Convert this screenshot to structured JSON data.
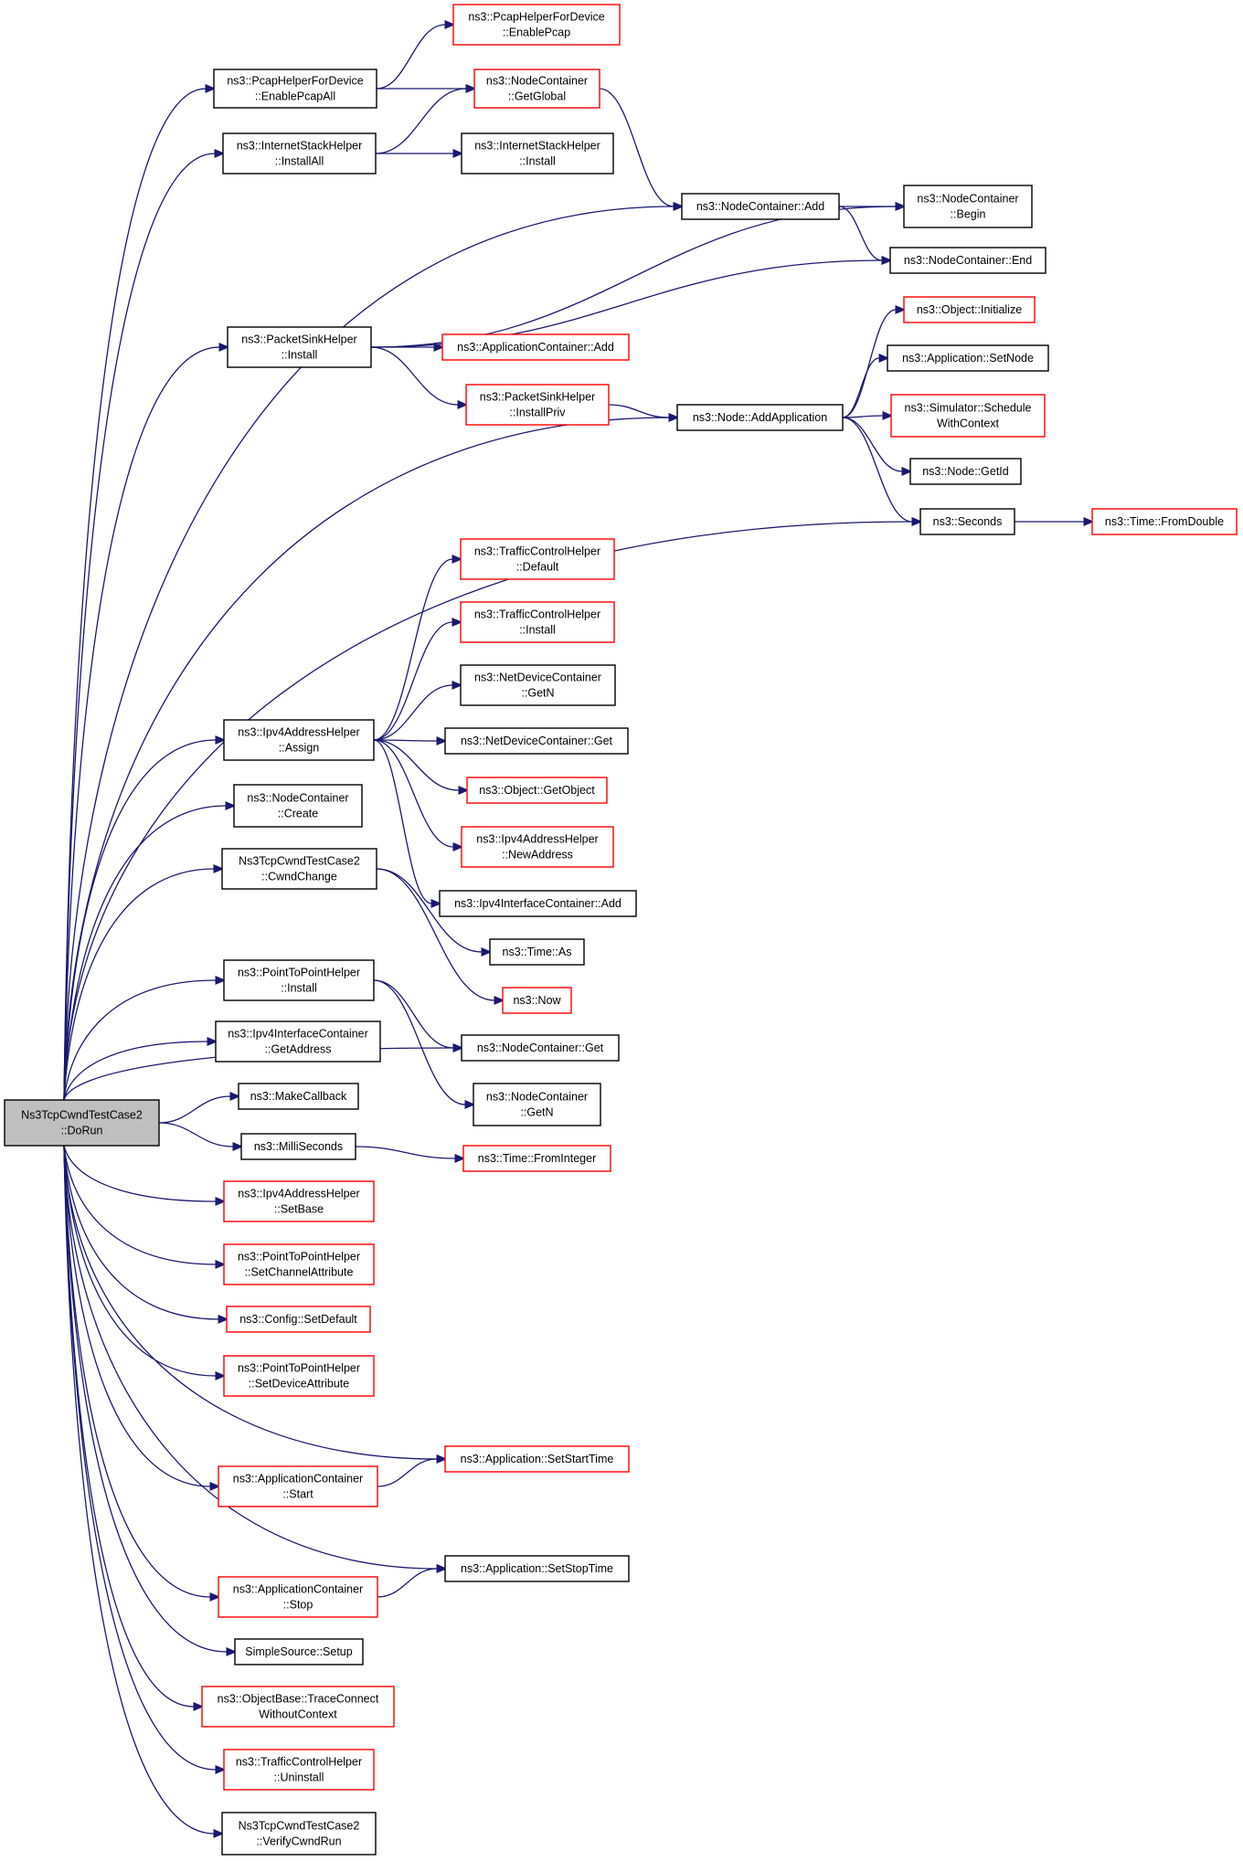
{
  "colors": {
    "edge": "#191970",
    "root_fill": "#bfbfbf",
    "documented": "#000000",
    "undocumented": "#ff0000"
  },
  "nodes": [
    {
      "id": "root",
      "lines": [
        "Ns3TcpCwndTestCase2",
        "::DoRun"
      ],
      "style": "root"
    },
    {
      "id": "enablePcapAll",
      "lines": [
        "ns3::PcapHelperForDevice",
        "::EnablePcapAll"
      ],
      "style": "black"
    },
    {
      "id": "enablePcap",
      "lines": [
        "ns3::PcapHelperForDevice",
        "::EnablePcap"
      ],
      "style": "red"
    },
    {
      "id": "getGlobal",
      "lines": [
        "ns3::NodeContainer",
        "::GetGlobal"
      ],
      "style": "red"
    },
    {
      "id": "installAll",
      "lines": [
        "ns3::InternetStackHelper",
        "::InstallAll"
      ],
      "style": "black"
    },
    {
      "id": "ishInstall",
      "lines": [
        "ns3::InternetStackHelper",
        "::Install"
      ],
      "style": "black"
    },
    {
      "id": "ncAdd",
      "lines": [
        "ns3::NodeContainer::Add"
      ],
      "style": "black"
    },
    {
      "id": "ncBegin",
      "lines": [
        "ns3::NodeContainer",
        "::Begin"
      ],
      "style": "black"
    },
    {
      "id": "ncEnd",
      "lines": [
        "ns3::NodeContainer::End"
      ],
      "style": "black"
    },
    {
      "id": "objInit",
      "lines": [
        "ns3::Object::Initialize"
      ],
      "style": "red"
    },
    {
      "id": "psInstall",
      "lines": [
        "ns3::PacketSinkHelper",
        "::Install"
      ],
      "style": "black"
    },
    {
      "id": "acAdd",
      "lines": [
        "ns3::ApplicationContainer::Add"
      ],
      "style": "red"
    },
    {
      "id": "appSetNode",
      "lines": [
        "ns3::Application::SetNode"
      ],
      "style": "black"
    },
    {
      "id": "psInstallPriv",
      "lines": [
        "ns3::PacketSinkHelper",
        "::InstallPriv"
      ],
      "style": "red"
    },
    {
      "id": "nodeAddApp",
      "lines": [
        "ns3::Node::AddApplication"
      ],
      "style": "black"
    },
    {
      "id": "simSched",
      "lines": [
        "ns3::Simulator::Schedule",
        "WithContext"
      ],
      "style": "red"
    },
    {
      "id": "nodeGetId",
      "lines": [
        "ns3::Node::GetId"
      ],
      "style": "black"
    },
    {
      "id": "seconds",
      "lines": [
        "ns3::Seconds"
      ],
      "style": "black"
    },
    {
      "id": "fromDouble",
      "lines": [
        "ns3::Time::FromDouble"
      ],
      "style": "red"
    },
    {
      "id": "tchDefault",
      "lines": [
        "ns3::TrafficControlHelper",
        "::Default"
      ],
      "style": "red"
    },
    {
      "id": "tchInstall",
      "lines": [
        "ns3::TrafficControlHelper",
        "::Install"
      ],
      "style": "red"
    },
    {
      "id": "ndcGetN",
      "lines": [
        "ns3::NetDeviceContainer",
        "::GetN"
      ],
      "style": "black"
    },
    {
      "id": "ipv4Assign",
      "lines": [
        "ns3::Ipv4AddressHelper",
        "::Assign"
      ],
      "style": "black"
    },
    {
      "id": "ndcGet",
      "lines": [
        "ns3::NetDeviceContainer::Get"
      ],
      "style": "black"
    },
    {
      "id": "getObject",
      "lines": [
        "ns3::Object::GetObject"
      ],
      "style": "red"
    },
    {
      "id": "ncCreate",
      "lines": [
        "ns3::NodeContainer",
        "::Create"
      ],
      "style": "black"
    },
    {
      "id": "newAddress",
      "lines": [
        "ns3::Ipv4AddressHelper",
        "::NewAddress"
      ],
      "style": "red"
    },
    {
      "id": "cwndChange",
      "lines": [
        "Ns3TcpCwndTestCase2",
        "::CwndChange"
      ],
      "style": "black"
    },
    {
      "id": "iicAdd",
      "lines": [
        "ns3::Ipv4InterfaceContainer::Add"
      ],
      "style": "black"
    },
    {
      "id": "timeAs",
      "lines": [
        "ns3::Time::As"
      ],
      "style": "black"
    },
    {
      "id": "p2pInstall",
      "lines": [
        "ns3::PointToPointHelper",
        "::Install"
      ],
      "style": "black"
    },
    {
      "id": "now",
      "lines": [
        "ns3::Now"
      ],
      "style": "red"
    },
    {
      "id": "iicGetAddress",
      "lines": [
        "ns3::Ipv4InterfaceContainer",
        "::GetAddress"
      ],
      "style": "black"
    },
    {
      "id": "ncGet",
      "lines": [
        "ns3::NodeContainer::Get"
      ],
      "style": "black"
    },
    {
      "id": "makeCallback",
      "lines": [
        "ns3::MakeCallback"
      ],
      "style": "black"
    },
    {
      "id": "ncGetN",
      "lines": [
        "ns3::NodeContainer",
        "::GetN"
      ],
      "style": "black"
    },
    {
      "id": "milliSeconds",
      "lines": [
        "ns3::MilliSeconds"
      ],
      "style": "black"
    },
    {
      "id": "fromInteger",
      "lines": [
        "ns3::Time::FromInteger"
      ],
      "style": "red"
    },
    {
      "id": "setBase",
      "lines": [
        "ns3::Ipv4AddressHelper",
        "::SetBase"
      ],
      "style": "red"
    },
    {
      "id": "setChanAttr",
      "lines": [
        "ns3::PointToPointHelper",
        "::SetChannelAttribute"
      ],
      "style": "red"
    },
    {
      "id": "setDefault",
      "lines": [
        "ns3::Config::SetDefault"
      ],
      "style": "red"
    },
    {
      "id": "setDevAttr",
      "lines": [
        "ns3::PointToPointHelper",
        "::SetDeviceAttribute"
      ],
      "style": "red"
    },
    {
      "id": "setStartTime",
      "lines": [
        "ns3::Application::SetStartTime"
      ],
      "style": "red"
    },
    {
      "id": "acStart",
      "lines": [
        "ns3::ApplicationContainer",
        "::Start"
      ],
      "style": "red"
    },
    {
      "id": "setStopTime",
      "lines": [
        "ns3::Application::SetStopTime"
      ],
      "style": "black"
    },
    {
      "id": "acStop",
      "lines": [
        "ns3::ApplicationContainer",
        "::Stop"
      ],
      "style": "red"
    },
    {
      "id": "ssSetup",
      "lines": [
        "SimpleSource::Setup"
      ],
      "style": "black"
    },
    {
      "id": "traceConnect",
      "lines": [
        "ns3::ObjectBase::TraceConnect",
        "WithoutContext"
      ],
      "style": "red"
    },
    {
      "id": "tchUninstall",
      "lines": [
        "ns3::TrafficControlHelper",
        "::Uninstall"
      ],
      "style": "red"
    },
    {
      "id": "verifyCwnd",
      "lines": [
        "Ns3TcpCwndTestCase2",
        "::VerifyCwndRun"
      ],
      "style": "black"
    }
  ],
  "edges": [
    [
      "root",
      "enablePcapAll"
    ],
    [
      "root",
      "installAll"
    ],
    [
      "root",
      "ncAdd"
    ],
    [
      "root",
      "psInstall"
    ],
    [
      "root",
      "nodeAddApp"
    ],
    [
      "root",
      "seconds"
    ],
    [
      "root",
      "ipv4Assign"
    ],
    [
      "root",
      "ncCreate"
    ],
    [
      "root",
      "cwndChange"
    ],
    [
      "root",
      "ncGet"
    ],
    [
      "root",
      "p2pInstall"
    ],
    [
      "root",
      "iicGetAddress"
    ],
    [
      "root",
      "makeCallback"
    ],
    [
      "root",
      "milliSeconds"
    ],
    [
      "root",
      "setBase"
    ],
    [
      "root",
      "setChanAttr"
    ],
    [
      "root",
      "setDefault"
    ],
    [
      "root",
      "setDevAttr"
    ],
    [
      "root",
      "setStartTime"
    ],
    [
      "root",
      "acStart"
    ],
    [
      "root",
      "setStopTime"
    ],
    [
      "root",
      "acStop"
    ],
    [
      "root",
      "ssSetup"
    ],
    [
      "root",
      "traceConnect"
    ],
    [
      "root",
      "tchUninstall"
    ],
    [
      "root",
      "verifyCwnd"
    ],
    [
      "enablePcapAll",
      "enablePcap"
    ],
    [
      "enablePcapAll",
      "getGlobal"
    ],
    [
      "installAll",
      "getGlobal"
    ],
    [
      "installAll",
      "ishInstall"
    ],
    [
      "getGlobal",
      "ncAdd"
    ],
    [
      "ncAdd",
      "ncBegin"
    ],
    [
      "ncAdd",
      "ncEnd"
    ],
    [
      "psInstall",
      "ncBegin"
    ],
    [
      "psInstall",
      "ncEnd"
    ],
    [
      "psInstall",
      "acAdd"
    ],
    [
      "psInstall",
      "psInstallPriv"
    ],
    [
      "psInstallPriv",
      "nodeAddApp"
    ],
    [
      "nodeAddApp",
      "objInit"
    ],
    [
      "nodeAddApp",
      "appSetNode"
    ],
    [
      "nodeAddApp",
      "simSched"
    ],
    [
      "nodeAddApp",
      "nodeGetId"
    ],
    [
      "nodeAddApp",
      "seconds"
    ],
    [
      "seconds",
      "fromDouble"
    ],
    [
      "ipv4Assign",
      "tchDefault"
    ],
    [
      "ipv4Assign",
      "tchInstall"
    ],
    [
      "ipv4Assign",
      "ndcGetN"
    ],
    [
      "ipv4Assign",
      "ndcGet"
    ],
    [
      "ipv4Assign",
      "getObject"
    ],
    [
      "ipv4Assign",
      "newAddress"
    ],
    [
      "ipv4Assign",
      "iicAdd"
    ],
    [
      "cwndChange",
      "timeAs"
    ],
    [
      "cwndChange",
      "now"
    ],
    [
      "p2pInstall",
      "ncGet"
    ],
    [
      "p2pInstall",
      "ncGetN"
    ],
    [
      "milliSeconds",
      "fromInteger"
    ],
    [
      "acStart",
      "setStartTime"
    ],
    [
      "acStop",
      "setStopTime"
    ]
  ]
}
